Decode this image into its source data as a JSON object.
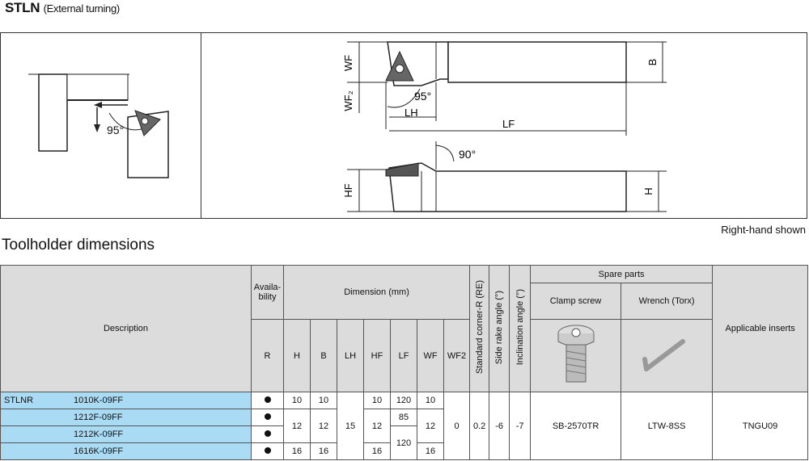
{
  "header": {
    "code": "STLN",
    "subtitle": "(External turning)"
  },
  "drawing": {
    "left_view": {
      "angle": "95°"
    },
    "top_view": {
      "wf": "WF",
      "wf2": "WF₂",
      "angle": "95°",
      "lh": "LH",
      "lf": "LF",
      "b": "B"
    },
    "side_view": {
      "angle": "90°",
      "hf": "HF",
      "h": "H"
    }
  },
  "hand_note": "Right-hand shown",
  "section_title": "Toolholder dimensions",
  "table": {
    "headers": {
      "description": "Description",
      "availability": "Availa-bility",
      "dimension": "Dimension (mm)",
      "corner_r": "Standard corner-R (RE)",
      "side_rake": "Side rake angle (°)",
      "inclination": "Inclination angle (°)",
      "spare_parts": "Spare parts",
      "clamp_screw": "Clamp screw",
      "wrench": "Wrench (Torx)",
      "inserts": "Applicable inserts"
    },
    "subheaders": {
      "r": "R",
      "h": "H",
      "b": "B",
      "lh": "LH",
      "hf": "HF",
      "lf": "LF",
      "wf": "WF",
      "wf2": "WF2"
    },
    "series": "STLNR",
    "rows": [
      {
        "code": "1010K-09FF",
        "h": "10",
        "b": "10",
        "hf": "10",
        "lf": "120",
        "wf": "10"
      },
      {
        "code": "1212F-09FF",
        "lf": "85"
      },
      {
        "code": "1212K-09FF"
      },
      {
        "code": "1616K-09FF",
        "h": "16",
        "b": "16",
        "hf": "16",
        "wf": "16"
      }
    ],
    "merged": {
      "h_mid": "12",
      "b_mid": "12",
      "lh": "15",
      "hf_mid": "12",
      "lf_low": "120",
      "wf_mid": "12",
      "wf2": "0",
      "corner_r": "0.2",
      "side_rake": "-6",
      "inclination": "-7",
      "clamp_screw": "SB-2570TR",
      "wrench": "LTW-8SS",
      "insert": "TNGU09"
    }
  }
}
